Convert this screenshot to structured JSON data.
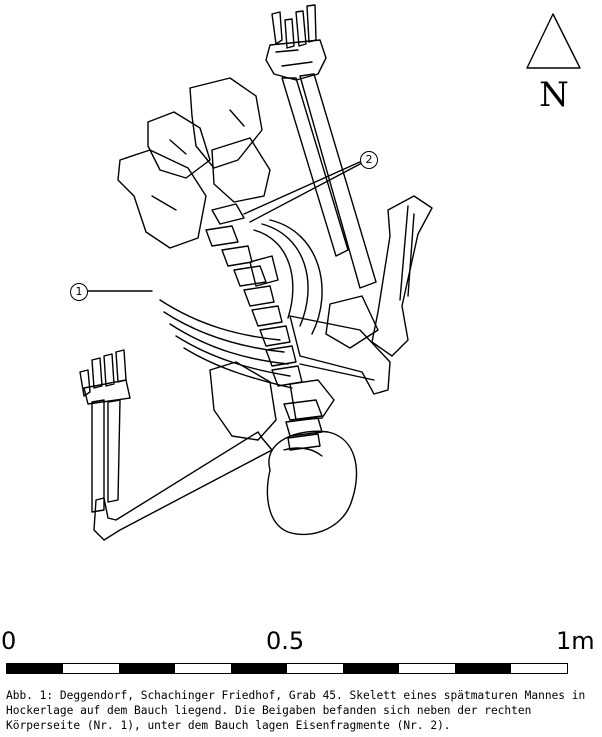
{
  "north_arrow": {
    "letter": "N"
  },
  "markers": [
    {
      "number": "1"
    },
    {
      "number": "2"
    }
  ],
  "scale": {
    "labels": [
      "0",
      "0.5",
      "1m"
    ],
    "segments": 10
  },
  "caption": "Abb. 1: Deggendorf, Schachinger Friedhof, Grab 45. Skelett eines spätmaturen Mannes in Hockerlage auf dem Bauch liegend. Die Beigaben befanden sich neben der rechten Körperseite (Nr. 1), unter dem Bauch lagen Eisenfragmente (Nr. 2)."
}
